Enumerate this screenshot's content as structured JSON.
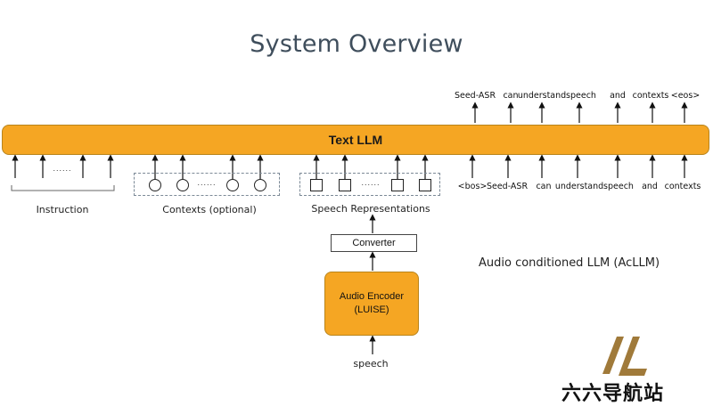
{
  "title": "System Overview",
  "llm_label": "Text LLM",
  "output_tokens": [
    "Seed-ASR",
    "can",
    "understand",
    "speech",
    "and",
    "contexts",
    "<eos>"
  ],
  "input_tokens": [
    "<bos>",
    "Seed-ASR",
    "can",
    "understand",
    "speech",
    "and",
    "contexts"
  ],
  "groups": {
    "instruction": "Instruction",
    "contexts": "Contexts (optional)",
    "speech": "Speech Representations"
  },
  "ellipsis": "......",
  "converter": "Converter",
  "encoder": {
    "line1": "Audio Encoder",
    "line2": "(LUISE)"
  },
  "speech_input": "speech",
  "caption": "Audio conditioned LLM (AcLLM)",
  "watermark": "六六导航站",
  "colors": {
    "block": "#f5a623",
    "title": "#3f4e5c"
  }
}
